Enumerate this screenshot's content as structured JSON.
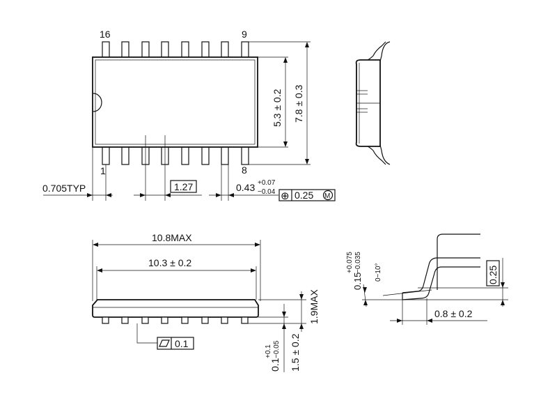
{
  "top_view": {
    "pin_first_top": "16",
    "pin_last_top": "9",
    "pin_first_bottom": "1",
    "pin_last_bottom": "8",
    "dim_body_width": "5.3 ± 0.2",
    "dim_total_width": "7.8 ± 0.3",
    "dim_end_pitch": "0.705TYP",
    "dim_pitch": "1.27",
    "dim_lead_width": "0.43",
    "dim_lead_width_plus": "+0.07",
    "dim_lead_width_minus": "−0.04",
    "position_tol_symbol": "⊕",
    "position_tol_value": "0.25",
    "position_tol_modifier": "M"
  },
  "front_view": {
    "dim_overall_length": "10.8MAX",
    "dim_body_length": "10.3 ± 0.2",
    "dim_height_max": "1.9MAX",
    "dim_body_height": "1.5 ± 0.2",
    "dim_standoff": "0.1",
    "dim_standoff_plus": "+0.1",
    "dim_standoff_minus": "−0.05",
    "flatness_value": "0.1"
  },
  "detail_view": {
    "dim_lead_thickness": "0.15",
    "dim_lead_thickness_plus": "+0.075",
    "dim_lead_thickness_minus": "−0.035",
    "dim_angle": "0~10°",
    "dim_gauge": "0.25",
    "dim_foot_length": "0.8 ± 0.2"
  }
}
